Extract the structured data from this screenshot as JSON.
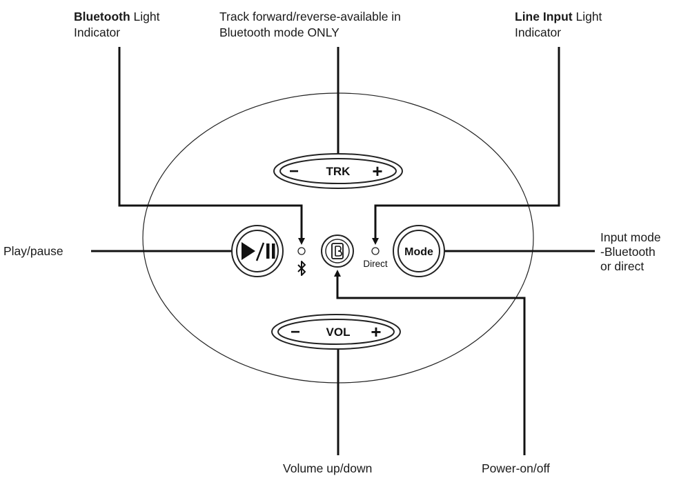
{
  "callouts": {
    "bluetooth_light": {
      "bold": "Bluetooth",
      "rest": " Light",
      "line2": "Indicator"
    },
    "track": {
      "line1": "Track forward/reverse-available in",
      "line2": "Bluetooth mode ONLY"
    },
    "line_input_light": {
      "bold": "Line Input",
      "rest": " Light",
      "line2": "Indicator"
    },
    "play_pause": "Play/pause",
    "input_mode": {
      "line1": "Input mode",
      "line2": "-Bluetooth",
      "line3": "or direct"
    },
    "volume": "Volume up/down",
    "power": "Power-on/off"
  },
  "controls": {
    "trk": {
      "minus": "−",
      "label": "TRK",
      "plus": "+"
    },
    "vol": {
      "minus": "−",
      "label": "VOL",
      "plus": "+"
    },
    "mode": "Mode",
    "direct": "Direct",
    "play_pause_glyph": "▶/ ॥",
    "bluetooth_symbol": "✱"
  },
  "icons": {
    "power": "power-icon",
    "bluetooth": "bluetooth-icon",
    "play_pause": "play-pause-icon"
  },
  "colors": {
    "ink": "#1a1a1a",
    "background": "#ffffff"
  }
}
